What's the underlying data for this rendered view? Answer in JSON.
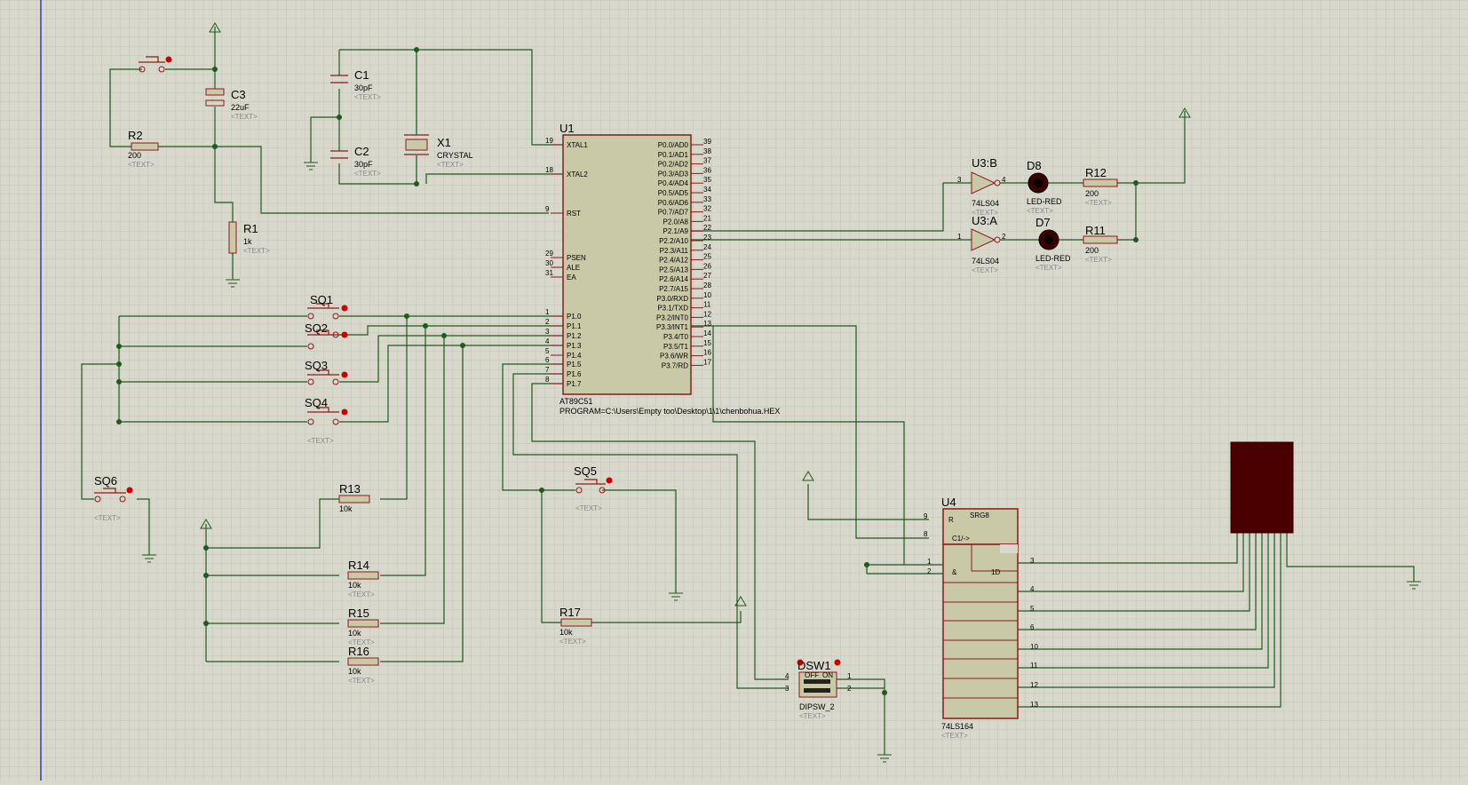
{
  "u1": {
    "ref": "U1",
    "part": "AT89C51",
    "program": "PROGRAM=C:\\Users\\Empty too\\Desktop\\1\\1\\chenbohua.HEX",
    "left_pins": [
      {
        "num": "19",
        "name": "XTAL1"
      },
      {
        "num": "18",
        "name": "XTAL2"
      },
      {
        "num": "9",
        "name": "RST"
      },
      {
        "num": "29",
        "name": "PSEN"
      },
      {
        "num": "30",
        "name": "ALE"
      },
      {
        "num": "31",
        "name": "EA"
      },
      {
        "num": "1",
        "name": "P1.0"
      },
      {
        "num": "2",
        "name": "P1.1"
      },
      {
        "num": "3",
        "name": "P1.2"
      },
      {
        "num": "4",
        "name": "P1.3"
      },
      {
        "num": "5",
        "name": "P1.4"
      },
      {
        "num": "6",
        "name": "P1.5"
      },
      {
        "num": "7",
        "name": "P1.6"
      },
      {
        "num": "8",
        "name": "P1.7"
      }
    ],
    "right_pins": [
      {
        "num": "39",
        "name": "P0.0/AD0"
      },
      {
        "num": "38",
        "name": "P0.1/AD1"
      },
      {
        "num": "37",
        "name": "P0.2/AD2"
      },
      {
        "num": "36",
        "name": "P0.3/AD3"
      },
      {
        "num": "35",
        "name": "P0.4/AD4"
      },
      {
        "num": "34",
        "name": "P0.5/AD5"
      },
      {
        "num": "33",
        "name": "P0.6/AD6"
      },
      {
        "num": "32",
        "name": "P0.7/AD7"
      },
      {
        "num": "21",
        "name": "P2.0/A8"
      },
      {
        "num": "22",
        "name": "P2.1/A9"
      },
      {
        "num": "23",
        "name": "P2.2/A10"
      },
      {
        "num": "24",
        "name": "P2.3/A11"
      },
      {
        "num": "25",
        "name": "P2.4/A12"
      },
      {
        "num": "26",
        "name": "P2.5/A13"
      },
      {
        "num": "27",
        "name": "P2.6/A14"
      },
      {
        "num": "28",
        "name": "P2.7/A15"
      },
      {
        "num": "10",
        "name": "P3.0/RXD"
      },
      {
        "num": "11",
        "name": "P3.1/TXD"
      },
      {
        "num": "12",
        "name": "P3.2/INT0"
      },
      {
        "num": "13",
        "name": "P3.3/INT1"
      },
      {
        "num": "14",
        "name": "P3.4/T0"
      },
      {
        "num": "15",
        "name": "P3.5/T1"
      },
      {
        "num": "16",
        "name": "P3.6/WR"
      },
      {
        "num": "17",
        "name": "P3.7/RD"
      }
    ]
  },
  "u4": {
    "ref": "U4",
    "part": "74LS164",
    "block": "SRG8",
    "r_label": "R",
    "clk_label": "C1/->",
    "and_label": "&",
    "d_label": "1D",
    "text": "<TEXT>",
    "left_pins": [
      "9",
      "8",
      "1",
      "2"
    ],
    "right_pins": [
      "3",
      "4",
      "5",
      "6",
      "10",
      "11",
      "12",
      "13"
    ]
  },
  "text_placeholder": "<TEXT>",
  "components": [
    {
      "id": "c1",
      "ref": "C1",
      "value": "30pF"
    },
    {
      "id": "c2",
      "ref": "C2",
      "value": "30pF"
    },
    {
      "id": "c3",
      "ref": "C3",
      "value": "22uF"
    },
    {
      "id": "x1",
      "ref": "X1",
      "value": "CRYSTAL"
    },
    {
      "id": "r1",
      "ref": "R1",
      "value": "1k"
    },
    {
      "id": "r2",
      "ref": "R2",
      "value": "200"
    },
    {
      "id": "r11",
      "ref": "R11",
      "value": "200"
    },
    {
      "id": "r12",
      "ref": "R12",
      "value": "200"
    },
    {
      "id": "r13",
      "ref": "R13",
      "value": "10k"
    },
    {
      "id": "r14",
      "ref": "R14",
      "value": "10k"
    },
    {
      "id": "r15",
      "ref": "R15",
      "value": "10k"
    },
    {
      "id": "r16",
      "ref": "R16",
      "value": "10k"
    },
    {
      "id": "r17",
      "ref": "R17",
      "value": "10k"
    },
    {
      "id": "d7",
      "ref": "D7",
      "value": "LED-RED"
    },
    {
      "id": "d8",
      "ref": "D8",
      "value": "LED-RED"
    },
    {
      "id": "u3a",
      "ref": "U3:A",
      "value": "74LS04",
      "pin_in": "1",
      "pin_out": "2"
    },
    {
      "id": "u3b",
      "ref": "U3:B",
      "value": "74LS04",
      "pin_in": "3",
      "pin_out": "4"
    },
    {
      "id": "dsw1",
      "ref": "DSW1",
      "value": "DIPSW_2",
      "off": "OFF",
      "on": "ON",
      "pins": [
        "4",
        "3",
        "1",
        "2"
      ]
    },
    {
      "id": "sq1",
      "ref": "SQ1"
    },
    {
      "id": "sq2",
      "ref": "SQ2"
    },
    {
      "id": "sq3",
      "ref": "SQ3"
    },
    {
      "id": "sq4",
      "ref": "SQ4"
    },
    {
      "id": "sq5",
      "ref": "SQ5"
    },
    {
      "id": "sq6",
      "ref": "SQ6"
    }
  ],
  "colors": {
    "background": "#d8d8cc",
    "grid": "#c4c4b4",
    "wire": "#1f5a1f",
    "component": "#8b1a1a",
    "chip_fill": "#c9c9a8",
    "display_fill": "#4a0000",
    "margin_line": "#2b3fbf"
  }
}
